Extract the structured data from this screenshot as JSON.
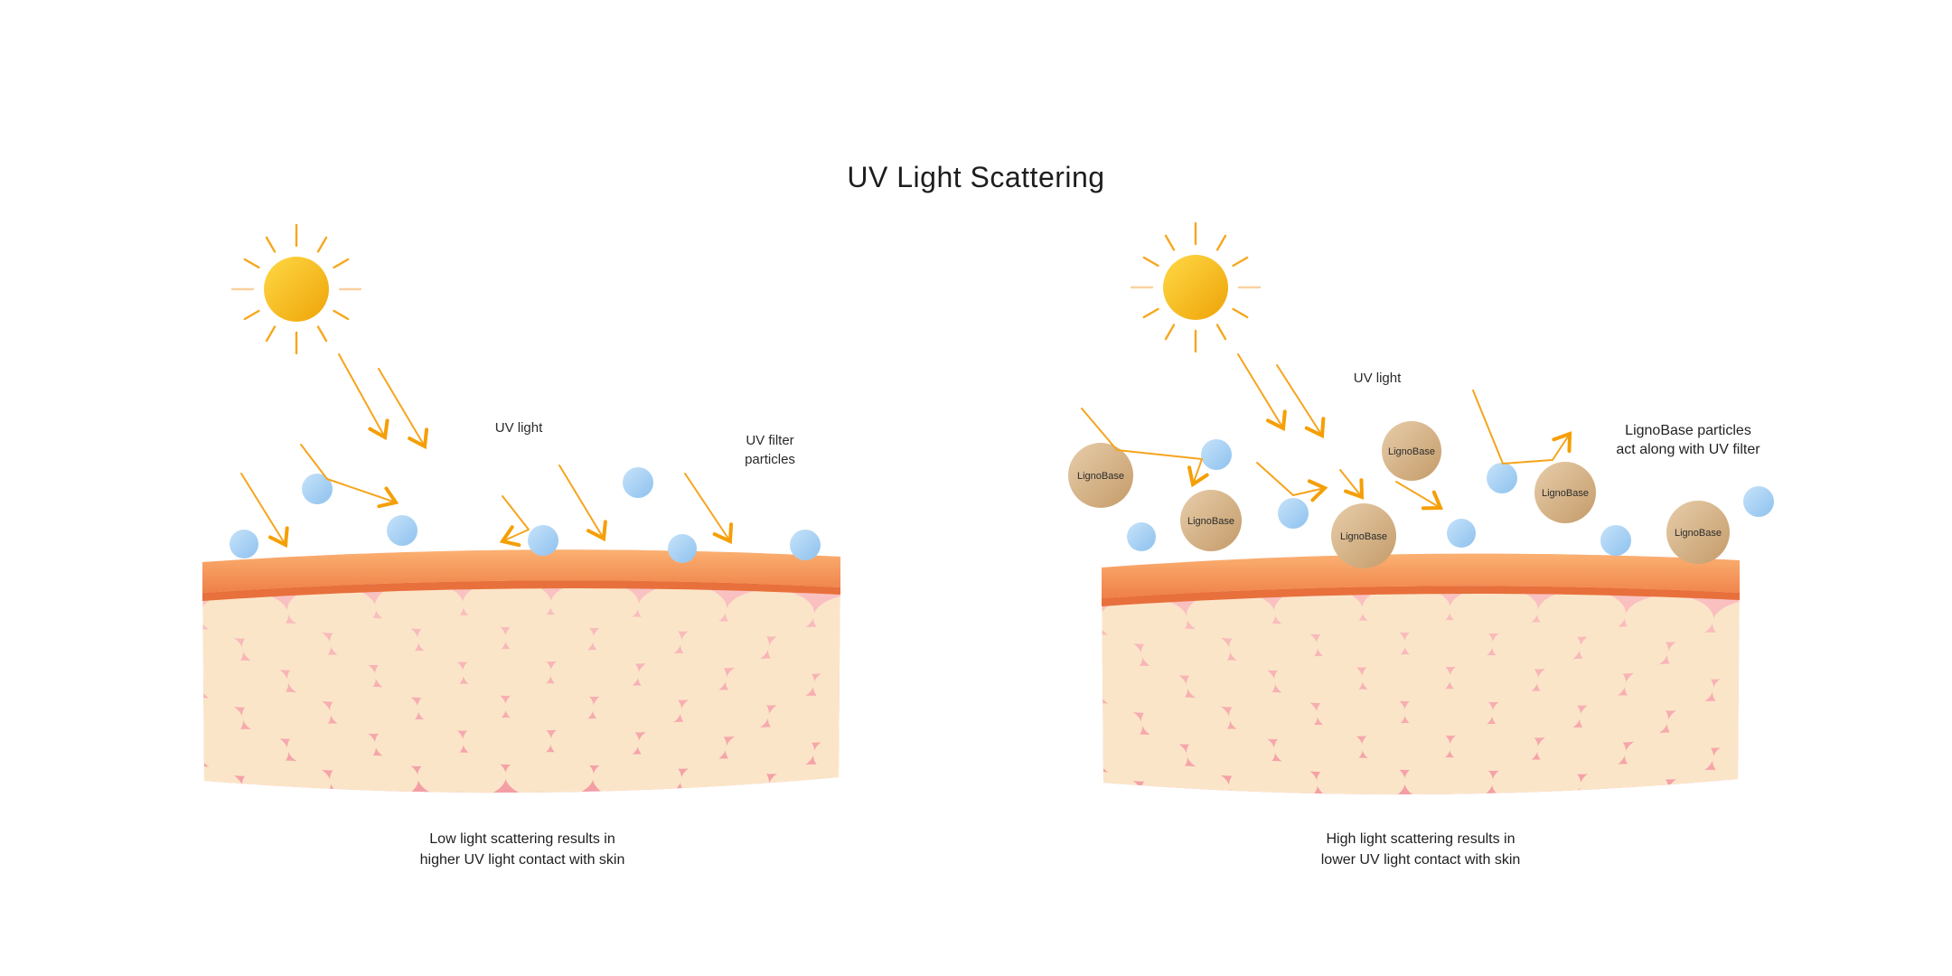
{
  "title": "UV Light Scattering",
  "left_panel": {
    "uv_light_label": "UV light",
    "filter_label": {
      "line1": "UV filter",
      "line2": "particles"
    },
    "caption": {
      "line1": "Low light scattering results in",
      "line2": "higher UV light contact with skin"
    }
  },
  "right_panel": {
    "uv_light_label": "UV light",
    "note": {
      "line1": "LignoBase particles",
      "line2": "act along with UV filter"
    },
    "particle_label": "LignoBase",
    "caption": {
      "line1": "High light scattering results in",
      "line2": "lower UV light contact with skin"
    }
  },
  "colors": {
    "sun_yellow": "#FFD43B",
    "sun_orange": "#EEA307",
    "arrow_orange": "#F6A41C",
    "uv_filter_particle_blue": "#A9D2F3",
    "lignobase_particle_tan": "#D8B488",
    "epidermis_orange": "#F79A5B",
    "epidermis_shadow": "#E8703C",
    "dermis_pink": "#F8B9BA",
    "skin_cell_cream": "#FBE5C9"
  }
}
